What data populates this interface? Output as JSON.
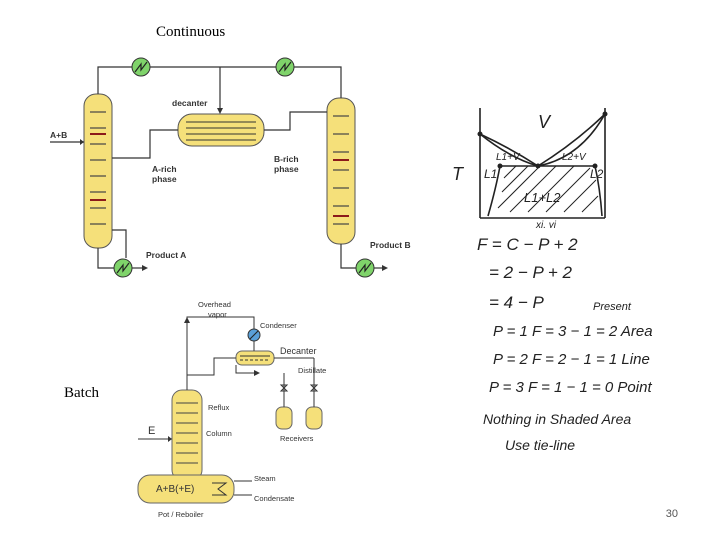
{
  "titles": {
    "continuous": "Continuous",
    "batch": "Batch"
  },
  "continuous_diagram": {
    "feed": "A+B",
    "decanter": "decanter",
    "a_rich": [
      "A-rich",
      "phase"
    ],
    "b_rich": [
      "B-rich",
      "phase"
    ],
    "product_a": "Product A",
    "product_b": "Product B"
  },
  "batch_diagram": {
    "overhead": [
      "Overhead",
      "vapor"
    ],
    "condenser": "Condenser",
    "decanter": "Decanter",
    "distillate": "Distillate",
    "reflux": "Reflux",
    "entrainer": "E",
    "column": "Column",
    "receivers": "Receivers",
    "pot_contents": "A+B(+E)",
    "steam": "Steam",
    "condensate": "Condensate",
    "pot_reboiler": "Pot / Reboiler"
  },
  "handwritten_notes": {
    "phase_diagram": {
      "y_axis": "T",
      "vapor": "V",
      "l1_v": "L1+V",
      "l2_v": "L2+V",
      "l1": "L1",
      "l2": "L2",
      "l1_l2": "L1+L2",
      "x_axis": "xi, yi"
    },
    "lines": [
      "F = C − P + 2",
      "= 2 − P + 2",
      "= 4 − P",
      "P = 1   F = 3 − 1 = 2 Area",
      "P = 2   F = 2 − 1 = 1 Line",
      "P = 3   F = 1 − 1 = 0 Point",
      "Nothing in Shaded Area",
      "Use tie-line"
    ],
    "present": "Present"
  },
  "slide_number": "30",
  "colors": {
    "column_fill": "#f5e07a",
    "exchanger_fill": "#7fd36a",
    "tray_red": "#8b1a1a",
    "ink": "#222222"
  }
}
